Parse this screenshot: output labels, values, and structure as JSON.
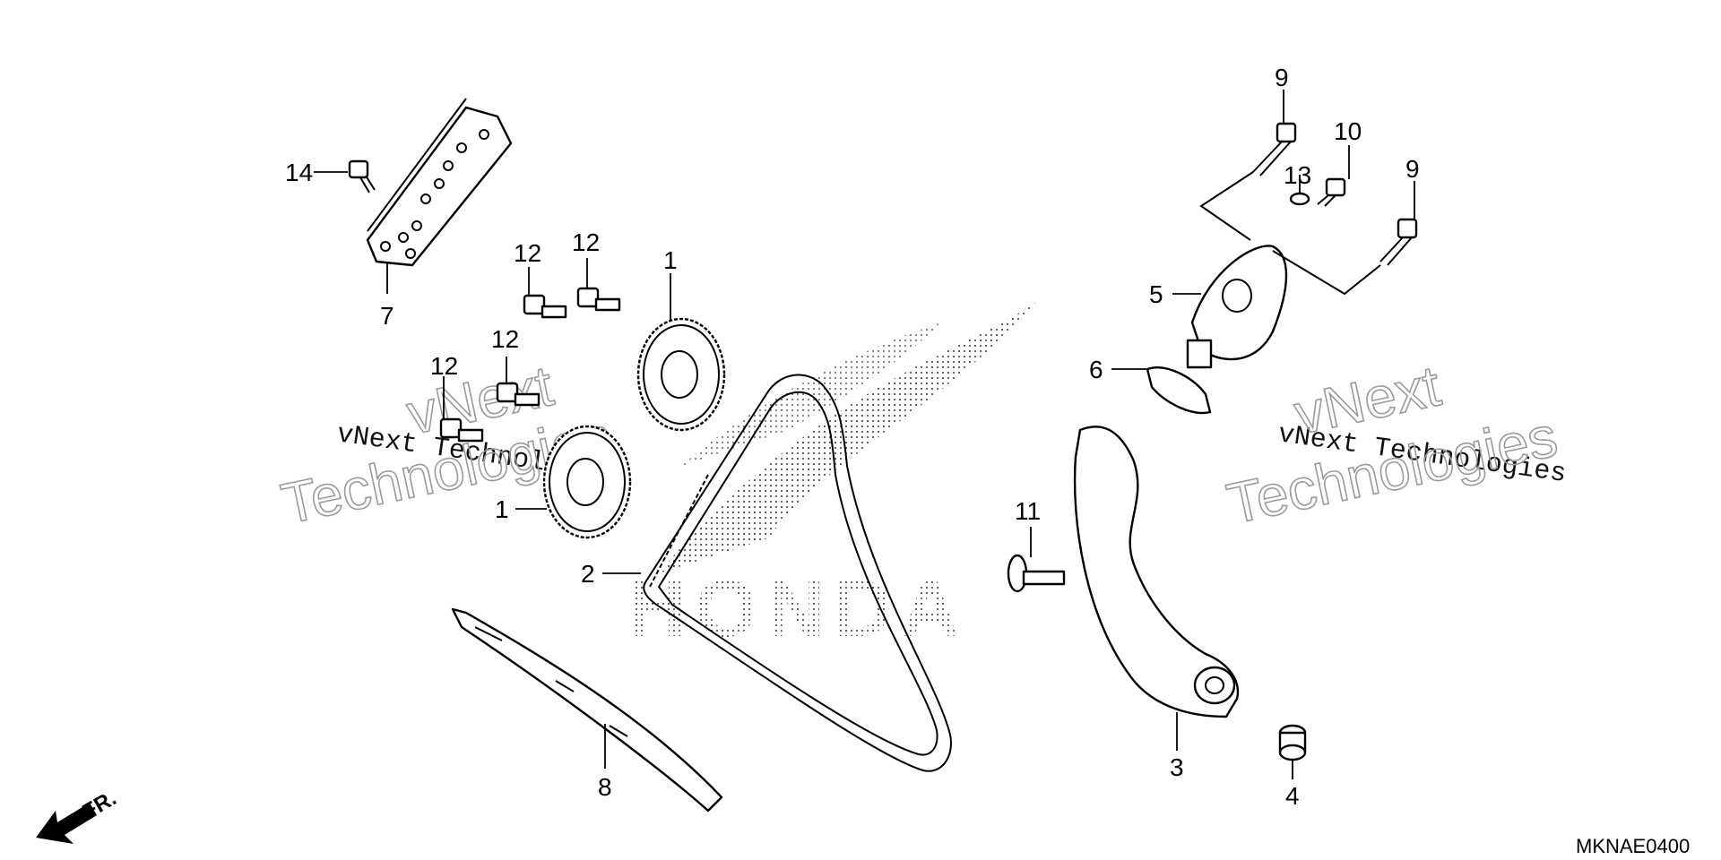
{
  "diagram": {
    "code": "MKNAE0400",
    "front_indicator": "FR.",
    "watermarks": [
      {
        "small": "vNext Technologies",
        "large_top": "vNext",
        "large_bottom": "Technologies"
      },
      {
        "small": "vNext Technologies",
        "large_top": "vNext",
        "large_bottom": "Technologies"
      }
    ],
    "logo_text": "HONDA",
    "callouts": {
      "c14": "14",
      "c7": "7",
      "c12a": "12",
      "c12b": "12",
      "c12c": "12",
      "c12d": "12",
      "c1a": "1",
      "c1b": "1",
      "c2": "2",
      "c8": "8",
      "c9a": "9",
      "c9b": "9",
      "c10": "10",
      "c13": "13",
      "c5": "5",
      "c6": "6",
      "c11": "11",
      "c3": "3",
      "c4": "4"
    }
  }
}
